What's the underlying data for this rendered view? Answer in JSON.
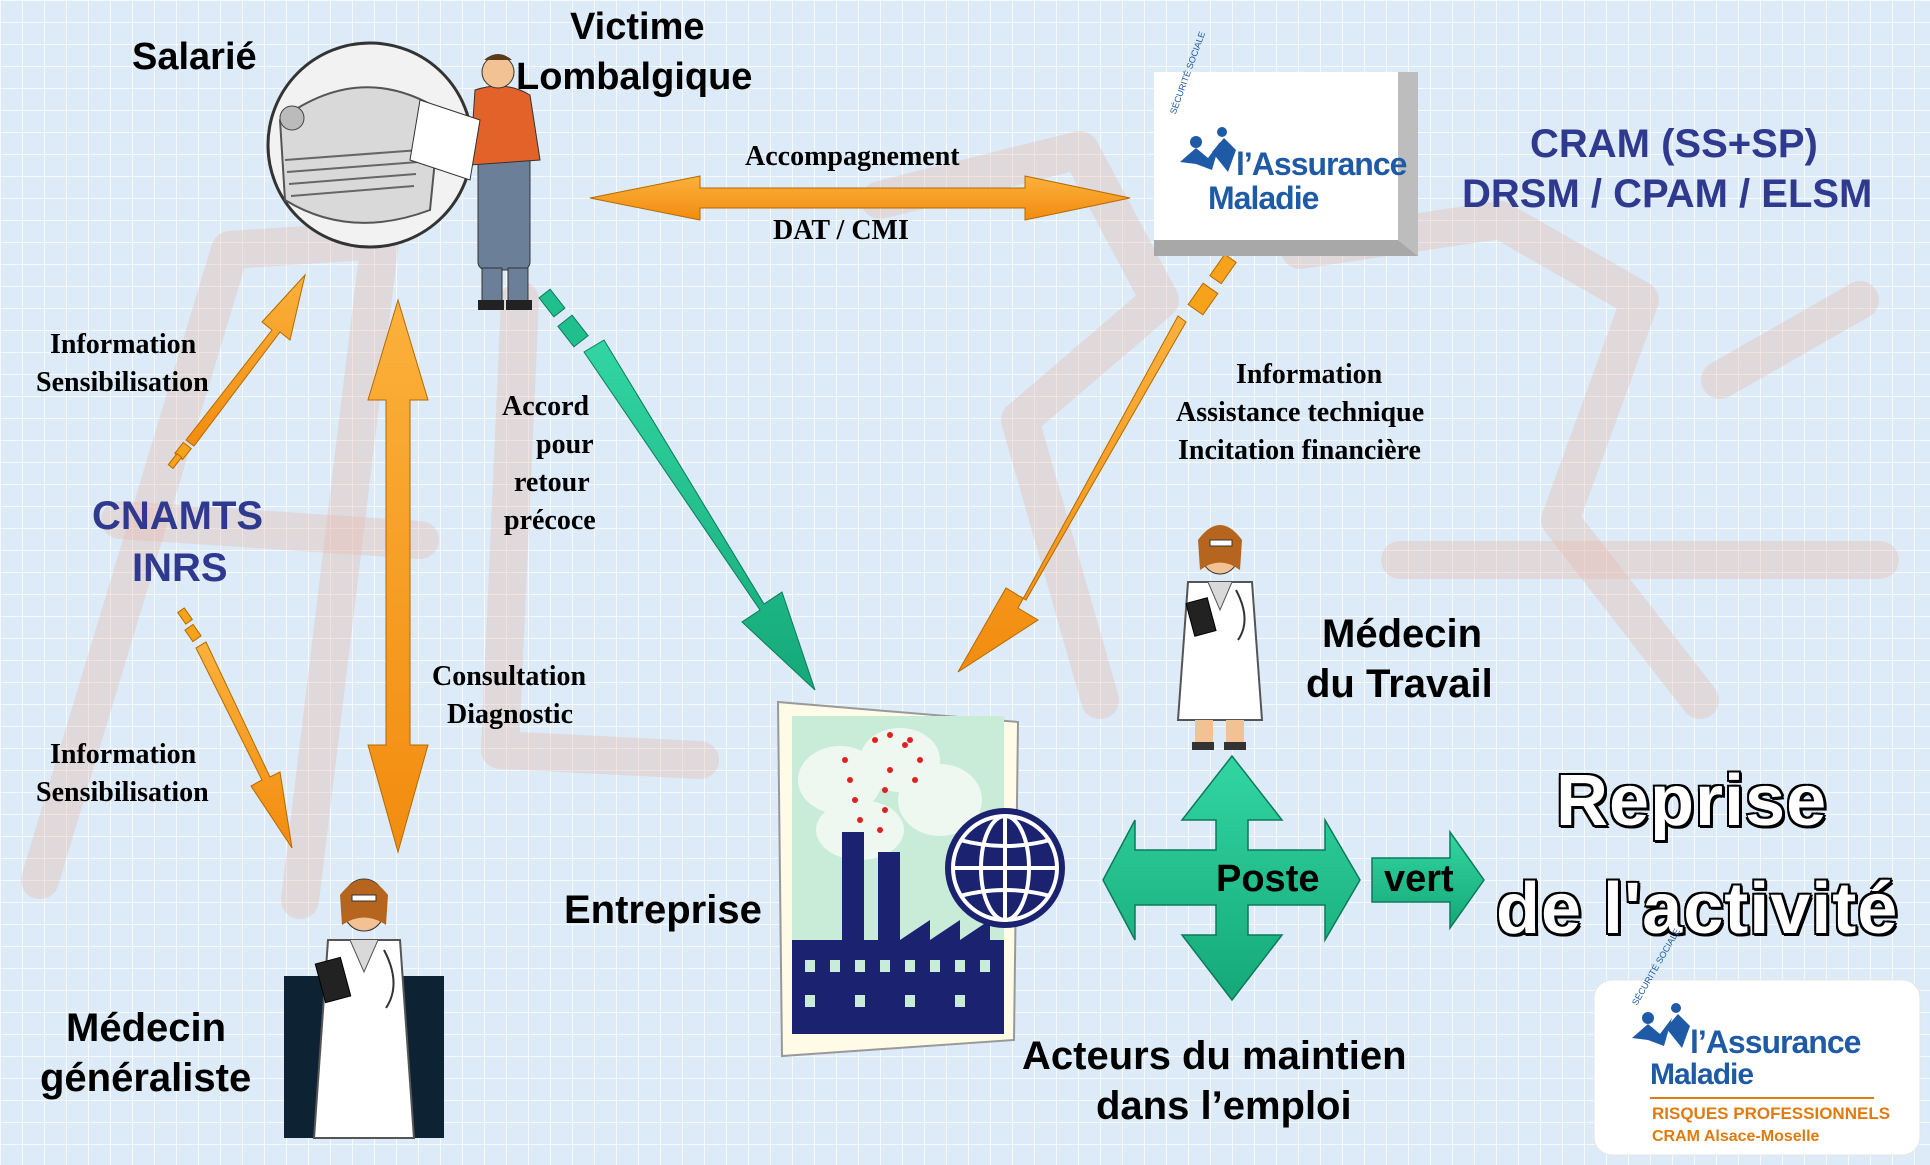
{
  "actors": {
    "salarie": "Salarié",
    "victime_line1": "Victime",
    "victime_line2": "Lombalgique",
    "cnamts": "CNAMTS",
    "inrs": "INRS",
    "cram_line1": "CRAM (SS+SP)",
    "cram_line2": "DRSM / CPAM / ELSM",
    "entreprise": "Entreprise",
    "medecin_travail_line1": "Médecin",
    "medecin_travail_line2": "du Travail",
    "medecin_generaliste_line1": "Médecin",
    "medecin_generaliste_line2": "généraliste",
    "acteurs_line1": "Acteurs du maintien",
    "acteurs_line2": "dans l’emploi"
  },
  "flows": {
    "accompagnement": "Accompagnement",
    "dat_cmi": "DAT / CMI",
    "info_sens_top_1": "Information",
    "info_sens_top_2": "Sensibilisation",
    "info_sens_bottom_1": "Information",
    "info_sens_bottom_2": "Sensibilisation",
    "accord_1": "Accord",
    "accord_2": "pour",
    "accord_3": "retour",
    "accord_4": "précoce",
    "consultation": "Consultation",
    "diagnostic": "Diagnostic",
    "info_cram_1": "Information",
    "info_cram_2": "Assistance technique",
    "info_cram_3": "Incitation financière"
  },
  "poste": "Poste",
  "vert": "vert",
  "reprise_line1": "Reprise",
  "reprise_line2": "de l'activité",
  "logo_top": {
    "arc": "SÉCURITÉ SOCIALE",
    "line1": "l’Assurance",
    "line2": "Maladie"
  },
  "logo_bottom": {
    "arc": "SÉCURITÉ SOCIALE",
    "line1": "l’Assurance",
    "line2": "Maladie",
    "sub1": "RISQUES PROFESSIONNELS",
    "sub2": "CRAM Alsace-Moselle"
  },
  "colors": {
    "orange": "#f7a21b",
    "teal": "#1fbf8e",
    "navy": "#2f3a8f",
    "logo_blue": "#1f5aa6",
    "logo_orange": "#e07b10"
  }
}
